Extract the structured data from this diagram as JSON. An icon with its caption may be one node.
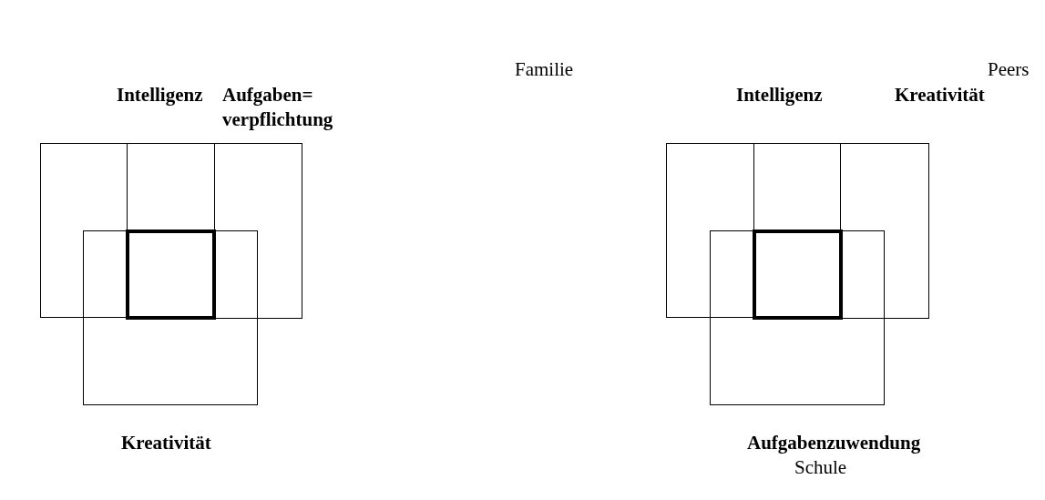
{
  "diagram": {
    "nodes": [
      {
        "text": [
          "Intelligenz"
        ]
      },
      {
        "text": [
          "Aufgaben= verpflichtung"
        ]
      },
      {
        "text": [],
        "shape": "box"
      },
      {
        "text": [
          "Kreativität"
        ]
      },
      {
        "text": [
          "Intelligenz"
        ]
      },
      {
        "text": [
          "Kreativität"
        ]
      },
      {
        "text": [],
        "shape": "box"
      },
      {
        "text": [
          "Aufgabenzuwendung"
        ]
      }
    ],
    "labels": [
      "Familie",
      "Peers",
      "Schule"
    ]
  }
}
